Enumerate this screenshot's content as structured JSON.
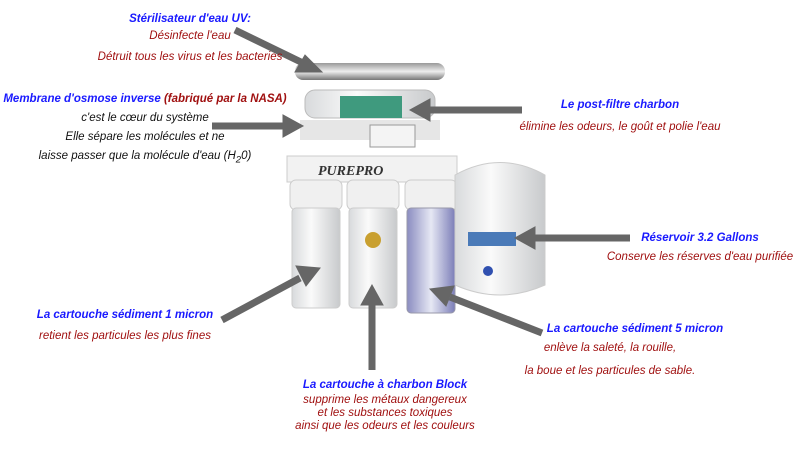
{
  "uv": {
    "title": "Stérilisateur d'eau UV:",
    "lines": [
      "Désinfecte l'eau",
      "Détruit tous les virus et les bacteries"
    ]
  },
  "membrane": {
    "title": "Membrane d'osmose inverse",
    "note": "(fabriqué par la NASA)",
    "lines": [
      "c'est le cœur du système",
      "Elle sépare les molécules et ne"
    ],
    "last_prefix": "laisse passer que la molécule d'eau (H",
    "last_sub": "2",
    "last_suffix": "0)"
  },
  "postfilter": {
    "title": "Le post-filtre charbon",
    "lines": [
      "élimine les odeurs, le goût et polie l'eau"
    ]
  },
  "reservoir": {
    "title": "Réservoir 3.2 Gallons",
    "lines": [
      "Conserve les réserves d'eau purifiée"
    ]
  },
  "sediment1": {
    "title": "La cartouche sédiment 1 micron",
    "lines": [
      "retient les particules les plus fines"
    ]
  },
  "carbon": {
    "title": "La cartouche à charbon Block",
    "lines": [
      "supprime les métaux dangereux",
      "et les substances toxiques",
      "ainsi que les odeurs et les couleurs"
    ]
  },
  "sediment5": {
    "title": "La cartouche sédiment 5 micron",
    "lines": [
      "enlève la saleté, la rouille,",
      "la boue et les particules de sable."
    ]
  },
  "product": {
    "brand": "PUREPRO"
  },
  "colors": {
    "title": "#1a1aff",
    "desc": "#a01010",
    "arrow": "#666666"
  }
}
